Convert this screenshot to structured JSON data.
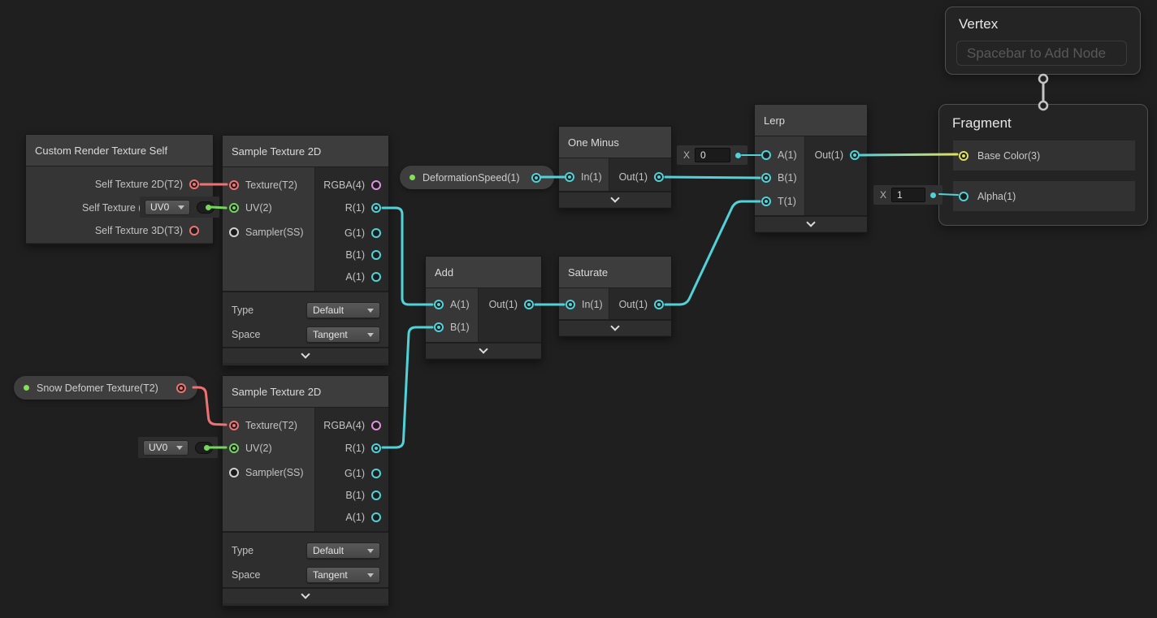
{
  "colors": {
    "float": "#4fd3d8",
    "texture2d": "#ee7272",
    "vector2": "#74d75c",
    "vector3": "#dfe05a",
    "vector4": "#df90e0",
    "sampler": "#d2d2d2",
    "stem": "#c4c4c4",
    "property_dot": "#84e054",
    "canvas_background": "#1f1f1f",
    "node_title_bar": "#3d3d3d",
    "node_body": "#282828",
    "node_input_column": "#373737"
  },
  "context_blocks": {
    "vertex": {
      "title": "Vertex",
      "placeholder": "Spacebar to Add Node"
    },
    "fragment": {
      "title": "Fragment",
      "inputs": [
        {
          "label": "Base Color(3)"
        },
        {
          "label": "Alpha(1)"
        }
      ],
      "alpha_default": {
        "label": "X",
        "value": "1"
      }
    }
  },
  "nodes": {
    "custom_render_texture": {
      "title": "Custom Render Texture Self",
      "outputs": [
        "Self Texture 2D(T2)",
        "Self Texture (",
        "Self Texture 3D(T3)"
      ]
    },
    "sample_texture": {
      "title": "Sample Texture 2D",
      "inputs": [
        "Texture(T2)",
        "UV(2)",
        "Sampler(SS)"
      ],
      "outputs": [
        "RGBA(4)",
        "R(1)",
        "G(1)",
        "B(1)",
        "A(1)"
      ],
      "controls": [
        {
          "label": "Type",
          "value": "Default"
        },
        {
          "label": "Space",
          "value": "Tangent"
        }
      ]
    },
    "add": {
      "title": "Add",
      "inputs": [
        "A(1)",
        "B(1)"
      ],
      "outputs": [
        "Out(1)"
      ]
    },
    "saturate": {
      "title": "Saturate",
      "inputs": [
        "In(1)"
      ],
      "outputs": [
        "Out(1)"
      ]
    },
    "one_minus": {
      "title": "One Minus",
      "inputs": [
        "In(1)"
      ],
      "outputs": [
        "Out(1)"
      ]
    },
    "lerp": {
      "title": "Lerp",
      "inputs": [
        "A(1)",
        "B(1)",
        "T(1)"
      ],
      "outputs": [
        "Out(1)"
      ],
      "a_default": {
        "label": "X",
        "value": "0"
      }
    }
  },
  "properties": {
    "deformation_speed": {
      "label": "DeformationSpeed(1)"
    },
    "snow_texture": {
      "label": "Snow Defomer Texture(T2)"
    },
    "uv_channel": "UV0"
  },
  "edges": [
    {
      "from": "Custom Render Texture Self / Self Texture 2D(T2)",
      "to": "Sample Texture 2D (top) / Texture(T2)",
      "type": "Texture2D"
    },
    {
      "from": "UV0 dropdown (top)",
      "to": "Sample Texture 2D (top) / UV(2)",
      "type": "Vector2"
    },
    {
      "from": "Sample Texture 2D (top) / R(1)",
      "to": "Add / A(1)",
      "type": "Float"
    },
    {
      "from": "Snow Defomer Texture(T2)",
      "to": "Sample Texture 2D (bottom) / Texture(T2)",
      "type": "Texture2D"
    },
    {
      "from": "UV0 dropdown (bottom)",
      "to": "Sample Texture 2D (bottom) / UV(2)",
      "type": "Vector2"
    },
    {
      "from": "Sample Texture 2D (bottom) / R(1)",
      "to": "Add / B(1)",
      "type": "Float"
    },
    {
      "from": "Add / Out(1)",
      "to": "Saturate / In(1)",
      "type": "Float"
    },
    {
      "from": "Saturate / Out(1)",
      "to": "Lerp / T(1)",
      "type": "Float"
    },
    {
      "from": "One Minus / Out(1)",
      "to": "Lerp / B(1)",
      "type": "Float"
    },
    {
      "from": "DeformationSpeed(1)",
      "to": "One Minus / In(1)",
      "type": "Float"
    },
    {
      "from": "Lerp / Out(1)",
      "to": "Fragment / Base Color(3)",
      "type": "Float to Vector3"
    },
    {
      "from": "Vertex block",
      "to": "Fragment block",
      "type": "block-stack"
    }
  ]
}
